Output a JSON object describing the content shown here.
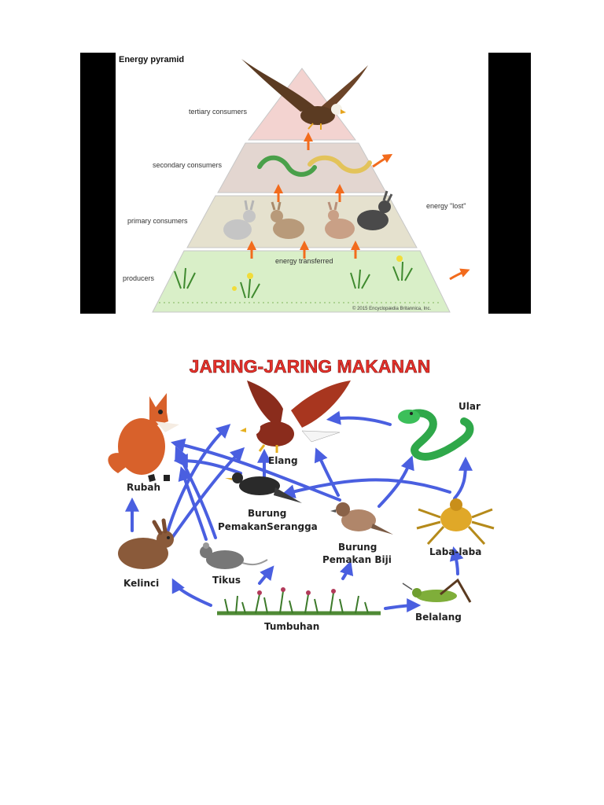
{
  "pyramid": {
    "title": "Energy pyramid",
    "levels": {
      "tertiary": "tertiary consumers",
      "secondary": "secondary consumers",
      "primary": "primary consumers",
      "producers": "producers"
    },
    "energy_transferred": "energy transferred",
    "energy_lost": "energy \"lost\"",
    "copyright": "© 2015 Encyclopædia Britannica, Inc."
  },
  "web": {
    "title": "JARING-JARING MAKANAN",
    "labels": {
      "ular": "Ular",
      "elang": "Elang",
      "rubah": "Rubah",
      "burung_serangga_1": "Burung",
      "burung_serangga_2": "PemakanSerangga",
      "burung_biji_1": "Burung",
      "burung_biji_2": "Pemakan Biji",
      "laba": "Laba-laba",
      "kelinci": "Kelinci",
      "tikus": "Tikus",
      "tumbuhan": "Tumbuhan",
      "belalang": "Belalang"
    },
    "colors": {
      "arrow": "#4a5fe0",
      "title_red": "#e8302a"
    }
  }
}
